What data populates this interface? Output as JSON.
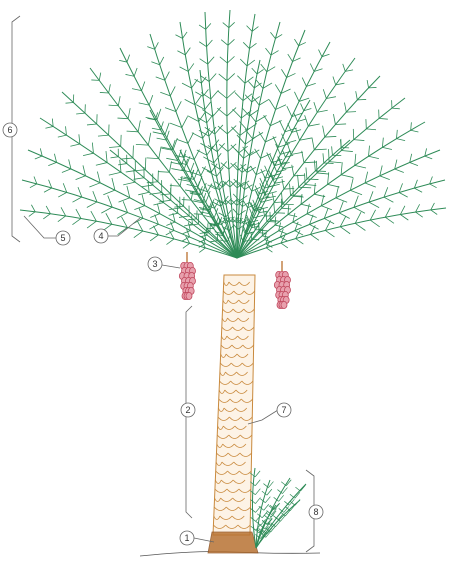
{
  "diagram": {
    "subject": "date palm tree",
    "callouts": [
      {
        "id": "1",
        "label": "1"
      },
      {
        "id": "2",
        "label": "2"
      },
      {
        "id": "3",
        "label": "3"
      },
      {
        "id": "4",
        "label": "4"
      },
      {
        "id": "5",
        "label": "5"
      },
      {
        "id": "6",
        "label": "6"
      },
      {
        "id": "7",
        "label": "7"
      },
      {
        "id": "8",
        "label": "8"
      }
    ],
    "colors": {
      "fronds": "#2e8b57",
      "trunk": "#c98a3e",
      "fruit": "#c0485e",
      "leader": "#666666",
      "ground": "#555555"
    }
  }
}
